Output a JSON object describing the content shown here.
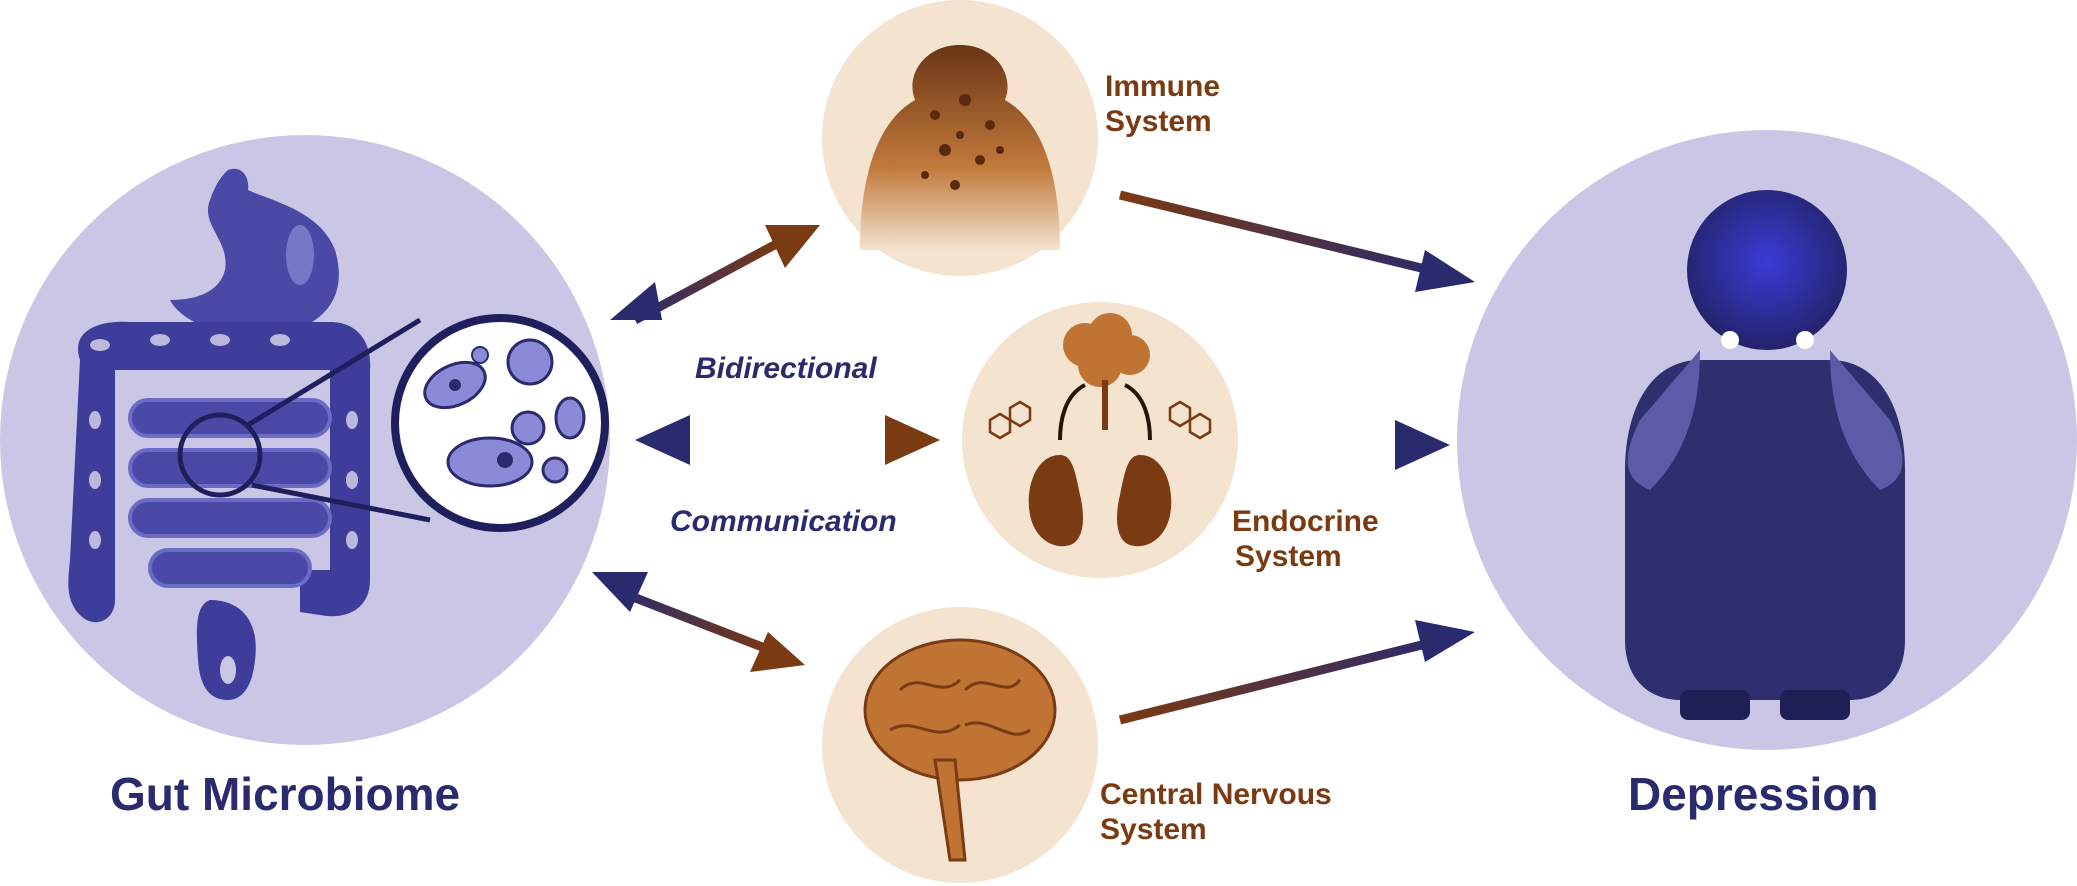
{
  "labels": {
    "gut_microbiome": "Gut Microbiome",
    "depression": "Depression",
    "immune_line1": "Immune",
    "immune_line2": "System",
    "endocrine_line1": "Endocrine",
    "endocrine_line2": "System",
    "cns_line1": "Central Nervous",
    "cns_line2": "System",
    "bidirectional": "Bidirectional",
    "communication": "Communication"
  },
  "colors": {
    "lavender": "#c9c6e6",
    "navy": "#2a2a6e",
    "brown": "#7a3a12",
    "cream": "#f3e3cf",
    "gut_blue": "#4a4aa6",
    "organ_orange": "#c07434"
  }
}
